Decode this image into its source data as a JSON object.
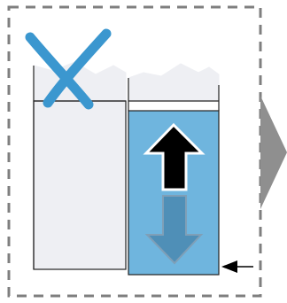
{
  "diagram": {
    "frame_style": "dashed",
    "items": [
      {
        "name": "left-paper-stack",
        "state": "incorrect"
      },
      {
        "name": "right-paper-stack",
        "state": "correct"
      }
    ],
    "symbols": {
      "incorrect": "x-mark-icon",
      "move_up": "up-arrow-icon",
      "move_down": "down-arrow-icon",
      "alignment_pointer": "left-pointing-arrow-icon",
      "next": "right-chevron-icon"
    },
    "colors": {
      "frame": "#7f7f7f",
      "paper": "#eeeff3",
      "paper_outline": "#222222",
      "highlight": "#6fb5de",
      "x_mark": "#3b97cf",
      "arrow_up": "#000000",
      "arrow_down": "#4f8fb7",
      "next_chevron": "#8f8f8f"
    }
  }
}
